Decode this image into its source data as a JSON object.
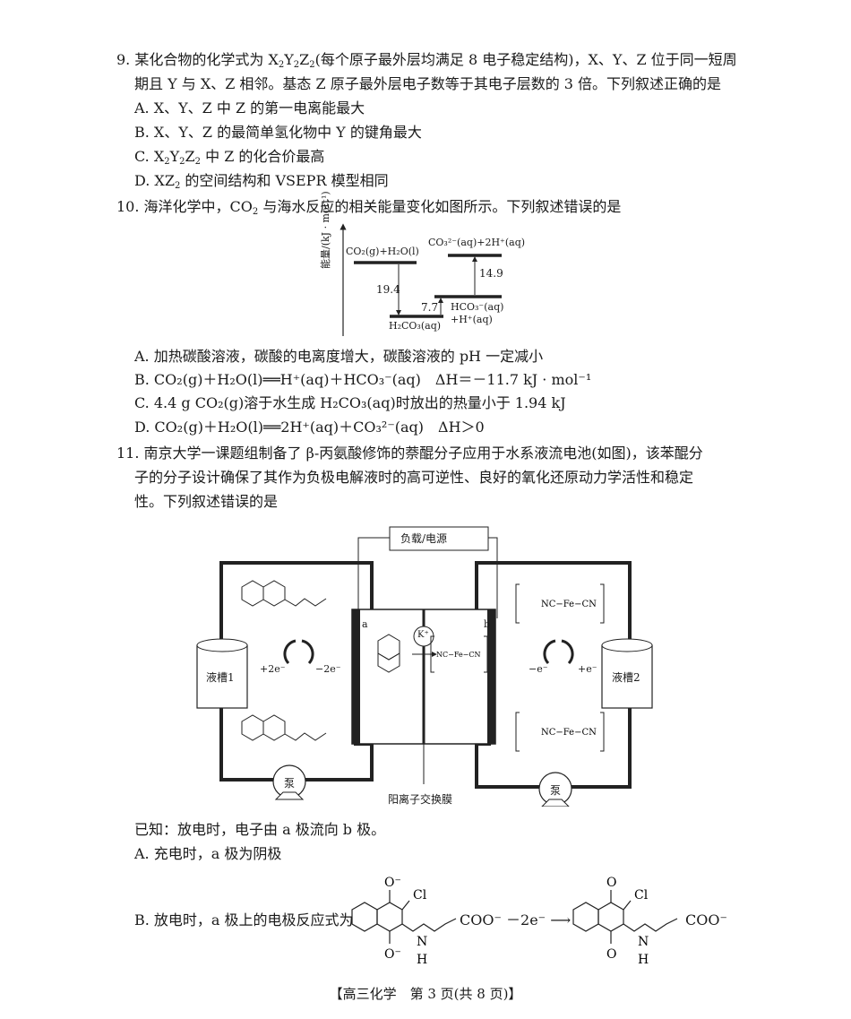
{
  "q9": {
    "stem1": "9. 某化合物的化学式为 X",
    "stem1_end": "(每个原子最外层均满足 8 电子稳定结构)，X、Y、Z 位于同一短周",
    "stem2": "期且 Y 与 X、Z 相邻。基态 Z 原子最外层电子数等于其电子层数的 3 倍。下列叙述正确的是",
    "a": "A. X、Y、Z 中 Z 的第一电离能最大",
    "b": "B. X、Y、Z 的最简单氢化物中 Y 的键角最大",
    "c_pre": "C. X",
    "c_post": " 中 Z 的化合价最高",
    "d_pre": "D. XZ",
    "d_post": " 的空间结构和 VSEPR 模型相同"
  },
  "q10": {
    "stem": "10. 海洋化学中，CO",
    "stem_end": " 与海水反应的相关能量变化如图所示。下列叙述错误的是",
    "diagram": {
      "ylabel": "能量/(kJ · mol⁻¹)",
      "level1": "CO₂(g)+H₂O(l)",
      "level2": "H₂CO₃(aq)",
      "level3a": "HCO₃⁻(aq)",
      "level3b": "+H⁺(aq)",
      "level4": "CO₃²⁻(aq)+2H⁺(aq)",
      "gap1": "19.4",
      "gap2": "7.7",
      "gap3": "14.9"
    },
    "a": "A. 加热碳酸溶液，碳酸的电离度增大，碳酸溶液的 pH 一定减小",
    "b": "B. CO₂(g)＋H₂O(l)══H⁺(aq)＋HCO₃⁻(aq)　ΔH＝－11.7 kJ · mol⁻¹",
    "c": "C. 4.4 g CO₂(g)溶于水生成 H₂CO₃(aq)时放出的热量小于 1.94 kJ",
    "d": "D. CO₂(g)＋H₂O(l)══2H⁺(aq)＋CO₃²⁻(aq)　ΔH＞0"
  },
  "q11": {
    "stem1": "11. 南京大学一课题组制备了 β-丙氨酸修饰的萘醌分子应用于水系液流电池(如图)，该苯醌分",
    "stem2": "子的分子设计确保了其作为负极电解液时的高可逆性、良好的氧化还原动力学活性和稳定",
    "stem3": "性。下列叙述错误的是",
    "diagram": {
      "load": "负载/电源",
      "tank1": "液槽1",
      "tank2": "液槽2",
      "pump": "泵",
      "electrode_a": "a",
      "electrode_b": "b",
      "ion": "K⁺",
      "membrane": "阳离子交换膜",
      "e_left": "+2e⁻",
      "e_left2": "−2e⁻",
      "e_right": "−e⁻",
      "e_right2": "+e⁻"
    },
    "known": "已知：放电时，电子由 a 极流向 b 极。",
    "a": "A. 充电时，a 极为阴极",
    "b": "B. 放电时，a 极上的电极反应式为",
    "reaction_mid": "COO⁻ －2e⁻ ⟶",
    "reaction_end": "COO⁻"
  },
  "footer": "【高三化学　第 3 页(共 8 页)】"
}
